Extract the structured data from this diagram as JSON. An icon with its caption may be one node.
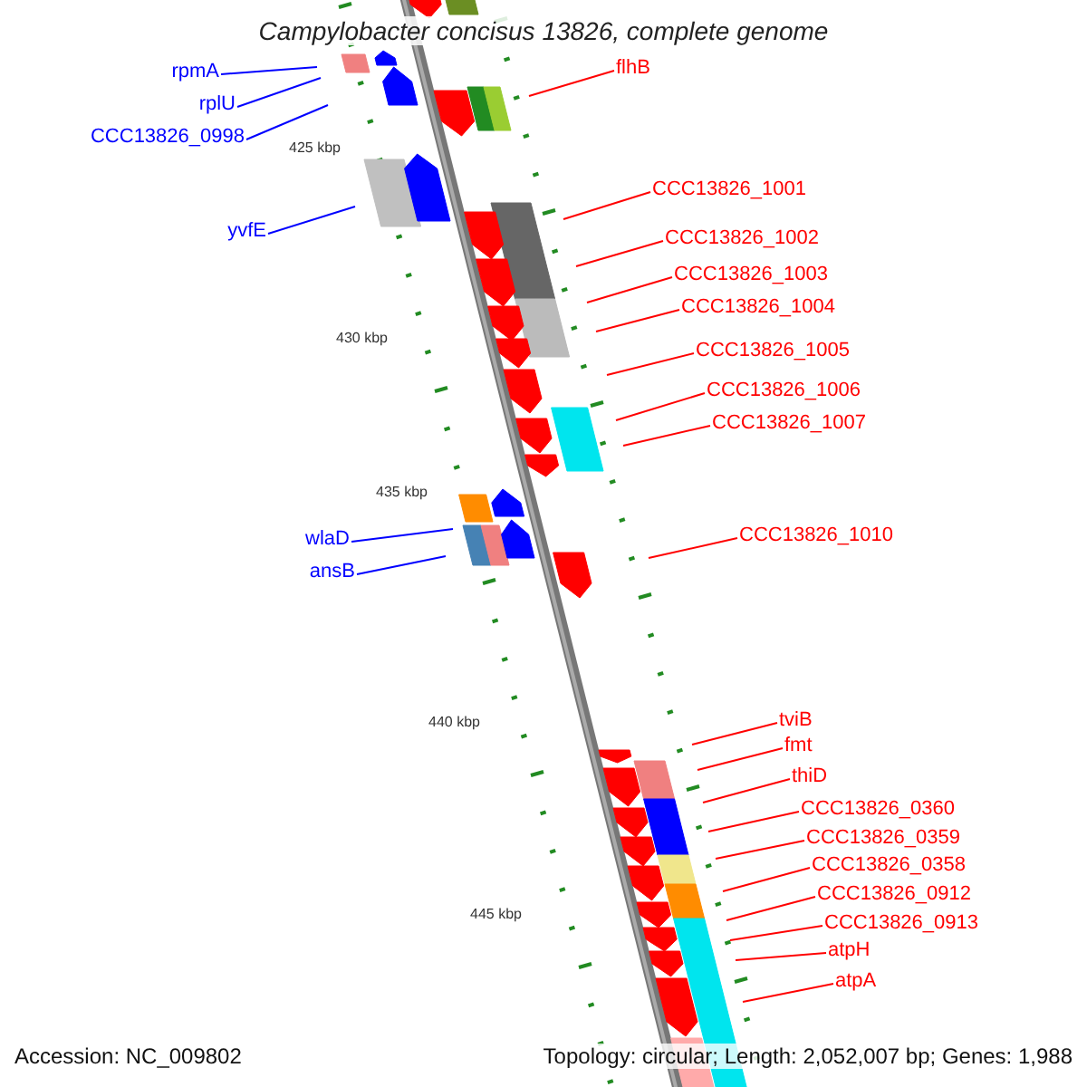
{
  "diagram": {
    "title": "Campylobacter concisus 13826, complete genome",
    "nodes": [
      {
        "text": [
          "flhB"
        ]
      },
      {
        "text": [
          "rpmA"
        ]
      },
      {
        "text": [
          "rplU"
        ]
      },
      {
        "text": [
          "CCC13826_0998"
        ]
      },
      {
        "text": [
          "CCC13826_1001"
        ]
      },
      {
        "text": [
          "yvfE"
        ]
      },
      {
        "text": [
          "CCC13826_1002"
        ]
      },
      {
        "text": [
          "CCC13826_1003"
        ]
      },
      {
        "text": [
          "CCC13826_1004"
        ]
      },
      {
        "text": [
          "CCC13826_1005"
        ]
      },
      {
        "text": [
          "CCC13826_1006"
        ]
      },
      {
        "text": [
          "CCC13826_1007"
        ]
      },
      {
        "text": [
          "CCC13826_1010"
        ]
      },
      {
        "text": [
          "wlaD"
        ]
      },
      {
        "text": [
          "ansB"
        ]
      },
      {
        "text": [
          "tviB"
        ]
      },
      {
        "text": [
          "fmt"
        ]
      },
      {
        "text": [
          "thiD"
        ]
      },
      {
        "text": [
          "CCC13826_0360"
        ]
      },
      {
        "text": [
          "CCC13826_0359"
        ]
      },
      {
        "text": [
          "CCC13826_0358"
        ]
      },
      {
        "text": [
          "CCC13826_0912"
        ]
      },
      {
        "text": [
          "CCC13826_0913"
        ]
      },
      {
        "text": [
          "atpH"
        ]
      },
      {
        "text": [
          "atpA"
        ]
      }
    ],
    "edges": [
      {
        "from": 0,
        "to": null,
        "arrow": "none"
      },
      {
        "from": 1,
        "to": null,
        "arrow": "none",
        "color": "#0000ff"
      },
      {
        "from": 2,
        "to": null,
        "arrow": "none",
        "color": "#0000ff"
      },
      {
        "from": 3,
        "to": null,
        "arrow": "none",
        "color": "#0000ff"
      },
      {
        "from": 4,
        "to": null,
        "arrow": "none"
      },
      {
        "from": 5,
        "to": null,
        "arrow": "none",
        "color": "#0000ff"
      },
      {
        "from": 6,
        "to": null,
        "arrow": "none"
      },
      {
        "from": 7,
        "to": null,
        "arrow": "none"
      },
      {
        "from": 8,
        "to": null,
        "arrow": "none"
      },
      {
        "from": 9,
        "to": null,
        "arrow": "none"
      },
      {
        "from": 10,
        "to": null,
        "arrow": "none"
      },
      {
        "from": 11,
        "to": null,
        "arrow": "none"
      },
      {
        "from": 12,
        "to": null,
        "arrow": "none"
      },
      {
        "from": 13,
        "to": null,
        "arrow": "none",
        "color": "#0000ff"
      },
      {
        "from": 14,
        "to": null,
        "arrow": "none",
        "color": "#0000ff"
      },
      {
        "from": 15,
        "to": null,
        "arrow": "none"
      },
      {
        "from": 16,
        "to": null,
        "arrow": "none"
      },
      {
        "from": 17,
        "to": null,
        "arrow": "none"
      },
      {
        "from": 18,
        "to": null,
        "arrow": "none"
      },
      {
        "from": 19,
        "to": null,
        "arrow": "none"
      },
      {
        "from": 20,
        "to": null,
        "arrow": "none"
      },
      {
        "from": 21,
        "to": null,
        "arrow": "none"
      },
      {
        "from": 22,
        "to": null,
        "arrow": "none"
      },
      {
        "from": 23,
        "to": null,
        "arrow": "none"
      },
      {
        "from": 24,
        "to": null,
        "arrow": "none"
      }
    ],
    "labels": [
      "425 kbp",
      "430 kbp",
      "435 kbp",
      "440 kbp",
      "445 kbp",
      "Accession: NC_009802",
      "Topology: circular; Length: 2,052,007 bp; Genes: 1,988"
    ]
  }
}
